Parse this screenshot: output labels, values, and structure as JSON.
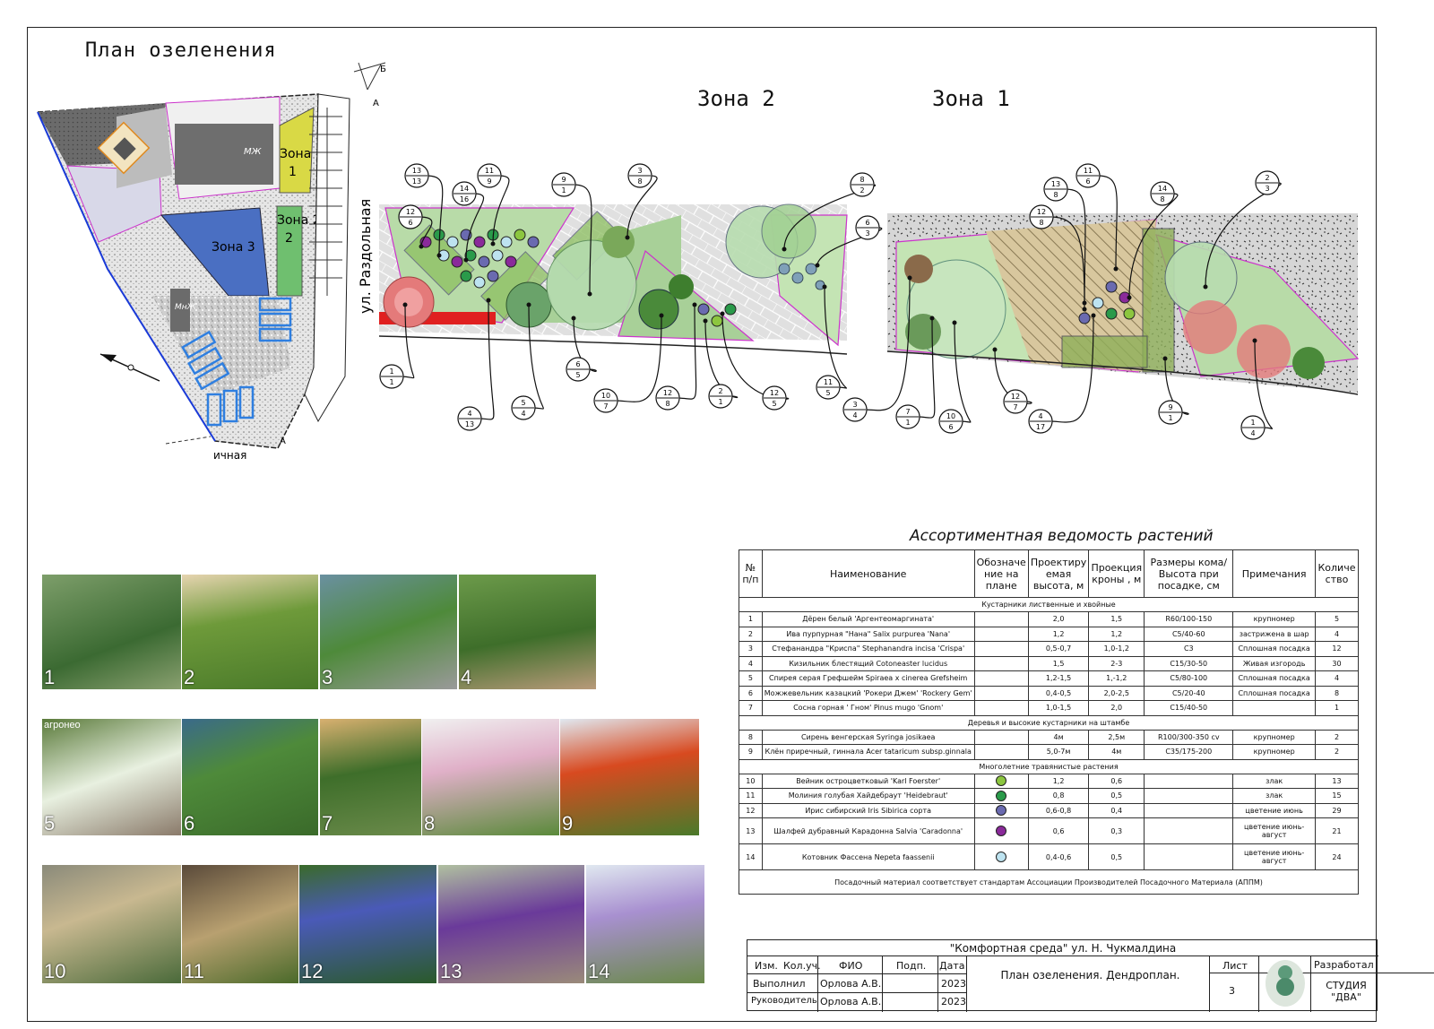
{
  "title": "План озеленения",
  "zones": {
    "zone2": "Зона 2",
    "zone1": "Зона 1"
  },
  "site_plan": {
    "zone1": "Зона 1",
    "zone1_num": "1",
    "zone2": "Зона 2",
    "zone2_num": "2",
    "zone3": "Зона 3",
    "mzh": "МЖ",
    "mnzh": "МнЖ",
    "street": "ул. Раздольная",
    "street2": "ичная",
    "mark_a": "А",
    "mark_b": "Б"
  },
  "callouts_zone2": [
    [
      "13",
      "13"
    ],
    [
      "11",
      "9"
    ],
    [
      "14",
      "16"
    ],
    [
      "12",
      "6"
    ],
    [
      "9",
      "1"
    ],
    [
      "3",
      "8"
    ],
    [
      "8",
      "2"
    ],
    [
      "6",
      "3"
    ],
    [
      "1",
      "1"
    ],
    [
      "4",
      "13"
    ],
    [
      "5",
      "4"
    ],
    [
      "6",
      "5"
    ],
    [
      "10",
      "7"
    ],
    [
      "12",
      "8"
    ],
    [
      "2",
      "1"
    ],
    [
      "12",
      "5"
    ],
    [
      "11",
      "5"
    ]
  ],
  "callouts_zone1": [
    [
      "11",
      "6"
    ],
    [
      "13",
      "8"
    ],
    [
      "12",
      "8"
    ],
    [
      "14",
      "8"
    ],
    [
      "2",
      "3"
    ],
    [
      "3",
      "4"
    ],
    [
      "7",
      "1"
    ],
    [
      "10",
      "6"
    ],
    [
      "12",
      "7"
    ],
    [
      "4",
      "17"
    ],
    [
      "9",
      "1"
    ],
    [
      "1",
      "4"
    ]
  ],
  "table": {
    "title": "Ассортиментная ведомость растений",
    "headers": [
      "№ п/п",
      "Наименование",
      "Обозначе ние на плане",
      "Проектиру емая высота, м",
      "Проекция кроны , м",
      "Размеры кома/ Высота при посадке, см",
      "Примечания",
      "Количе ство"
    ],
    "sections": {
      "s1": "Кустарники лиственные и хвойные",
      "s2": "Деревья и высокие кустарники на штамбе",
      "s3": "Многолетние травянистые растения"
    },
    "rows": [
      [
        "1",
        "Дёрен белый 'Аргентеомаргината'",
        "",
        "2,0",
        "1,5",
        "R60/100-150",
        "крупномер",
        "5"
      ],
      [
        "2",
        "Ива пурпурная \"Нана\" Salix purpurea 'Nana'",
        "",
        "1,2",
        "1,2",
        "C5/40-60",
        "застрижена в шар",
        "4"
      ],
      [
        "3",
        "Стефанандра \"Криспа\" Stephanandra incisa 'Crispa'",
        "",
        "0,5-0,7",
        "1,0-1,2",
        "C3",
        "Сплошная посадка",
        "12"
      ],
      [
        "4",
        "Кизильник блестящий Cotoneaster lucidus",
        "",
        "1,5",
        "2-3",
        "C15/30-50",
        "Живая изгородь",
        "30"
      ],
      [
        "5",
        "Спирея серая Грефшейм Spiraea x cinerea Grefsheim",
        "",
        "1,2-1,5",
        "1,-1,2",
        "C5/80-100",
        "Сплошная посадка",
        "4"
      ],
      [
        "6",
        "Можжевельник казацкий 'Рокери Джем' 'Rockery Gem'",
        "",
        "0,4-0,5",
        "2,0-2,5",
        "C5/20-40",
        "Сплошная посадка",
        "8"
      ],
      [
        "7",
        "Сосна горная ' Гном' Pinus mugo 'Gnom'",
        "",
        "1,0-1,5",
        "2,0",
        "C15/40-50",
        "",
        "1"
      ],
      [
        "8",
        "Сирень венгерская Syringa josikaea",
        "",
        "4м",
        "2,5м",
        "R100/300-350 cv",
        "крупномер",
        "2"
      ],
      [
        "9",
        "Клён приречный, гиннала Acer tataricum subsp.ginnala",
        "",
        "5,0-7м",
        "4м",
        "C35/175-200",
        "крупномер",
        "2"
      ],
      [
        "10",
        "Вейник остроцветковый 'Karl Foerster'",
        "",
        "1,2",
        "0,6",
        "",
        "злак",
        "13"
      ],
      [
        "11",
        "Молиния голубая Хайдебраут 'Heidebraut'",
        "",
        "0,8",
        "0,5",
        "",
        "злак",
        "15"
      ],
      [
        "12",
        "Ирис сибирский Iris Sibirica сорта",
        "",
        "0,6-0,8",
        "0,4",
        "",
        "цветение июнь",
        "29"
      ],
      [
        "13",
        "Шалфей дубравный Карадонна Salvia 'Caradonna'",
        "",
        "0,6",
        "0,3",
        "",
        "цветение июнь-август",
        "21"
      ],
      [
        "14",
        "Котовник Фассена Nepeta faassenii",
        "",
        "0,4-0,6",
        "0,5",
        "",
        "цветение июнь-август",
        "24"
      ]
    ],
    "legend_colors": {
      "10": "#8cc63f",
      "11": "#2a9a4a",
      "12": "#6a6ab0",
      "13": "#8a2a9a",
      "14": "#bde3f0"
    },
    "footer": "Посадочный материал соответствует стандартам Ассоциации Производителей Посадочного Материала (АППМ)"
  },
  "photos": [
    "1",
    "2",
    "3",
    "4",
    "5",
    "6",
    "7",
    "8",
    "9",
    "10",
    "11",
    "12",
    "13",
    "14"
  ],
  "photo_brand": "агронео",
  "stamp": {
    "project": "\"Комфортная среда\"  ул. Н. Чукмалдина",
    "h_izm": "Изм.",
    "h_kol": "Кол.уч.",
    "h_fio": "ФИО",
    "h_podp": "Подп.",
    "h_date": "Дата",
    "r1_role": "Выполнил",
    "r1_name": "Орлова А.В.",
    "r1_date": "2023",
    "r2_role": "Руководитель",
    "r2_name": "Орлова А.В.",
    "r2_date": "2023",
    "sheet_title": "План озеленения. Дендроплан.",
    "list_label": "Лист",
    "list_num": "3",
    "dev_label": "Разработал",
    "studio": "СТУДИЯ \"ДВА\""
  }
}
